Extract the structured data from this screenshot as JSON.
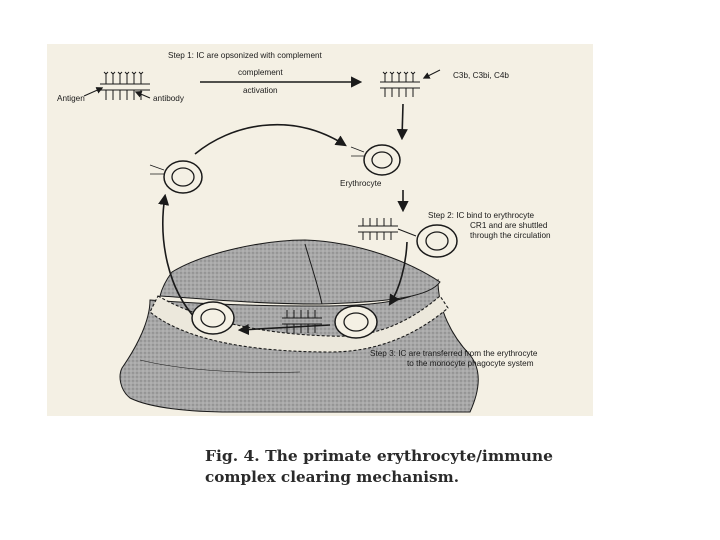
{
  "diagram": {
    "labels": {
      "step1": "Step 1: IC are opsonized with complement",
      "complement": "complement",
      "activation": "activation",
      "antigen": "Antigen",
      "antibody": "antibody",
      "complement_factors": "C3b, C3bi, C4b",
      "erythrocyte": "Erythrocyte",
      "step2_line1": "Step 2: IC bind to erythrocyte",
      "step2_line2": "CR1 and are shuttled",
      "step2_line3": "through the circulation",
      "step3_line1": "Step 3: IC are transferred from the erythrocyte",
      "step3_line2": "to the monocyte phagocyte system"
    }
  },
  "caption": {
    "line1": "Fig. 4.  The primate erythrocyte/immune",
    "line2": "complex clearing mechanism."
  },
  "colors": {
    "panel_background": "#f4f0e4",
    "liver_fill": "#a4a4a4",
    "ink": "#1a1a1a"
  }
}
